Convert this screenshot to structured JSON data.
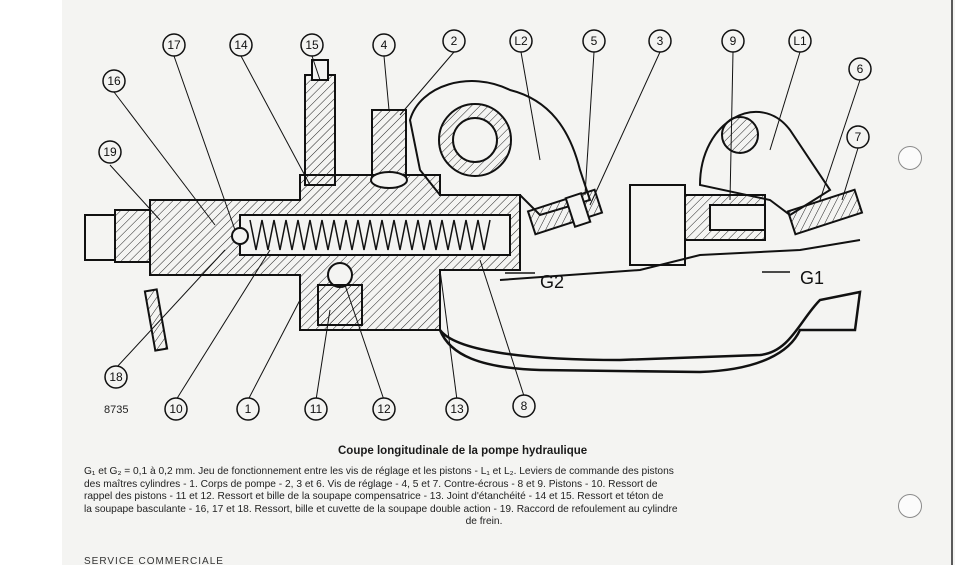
{
  "figure_number": "8735",
  "callouts": [
    "17",
    "14",
    "15",
    "4",
    "2",
    "L2",
    "5",
    "3",
    "9",
    "L1",
    "6",
    "16",
    "19",
    "7",
    "18",
    "10",
    "1",
    "11",
    "12",
    "13",
    "8"
  ],
  "gap_labels": [
    "G2",
    "G1"
  ],
  "caption": {
    "title": "Coupe longitudinale de la pompe hydraulique",
    "lines": [
      "G₁ et G₂ = 0,1 à 0,2 mm. Jeu de fonctionnement entre les vis de réglage et les pistons - L₁ et L₂. Leviers de commande des pistons",
      "des maîtres cylindres - 1. Corps de pompe - 2, 3 et 6. Vis de réglage - 4, 5 et 7. Contre-écrous - 8 et 9. Pistons - 10. Ressort de",
      "rappel des pistons - 11 et 12. Ressort et bille de la soupape compensatrice - 13. Joint d'étanchéité - 14 et 15. Ressort et téton de",
      "la soupape basculante - 16, 17 et 18. Ressort, bille et cuvette de la soupape double action - 19. Raccord de refoulement au cylindre",
      "de frein."
    ]
  },
  "footer_text": "SERVICE COMMERCIALE",
  "colors": {
    "ink": "#1a1a1a",
    "paper": "#f4f4f2",
    "annotation": "#1a3c8c"
  }
}
